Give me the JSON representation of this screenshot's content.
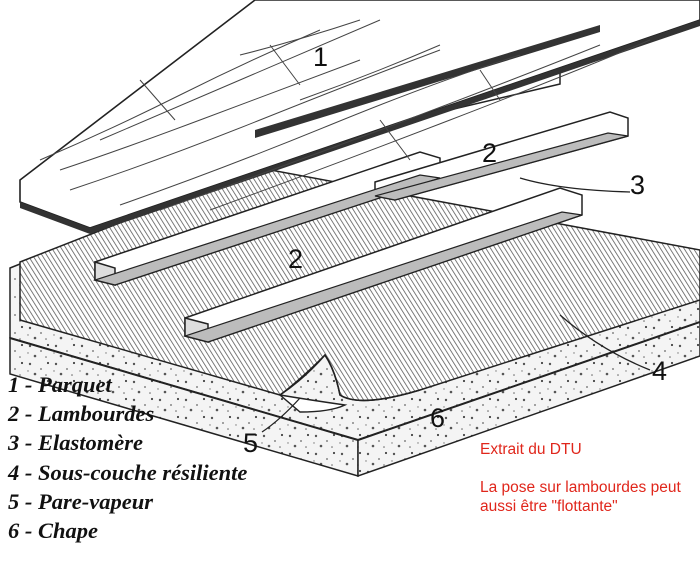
{
  "diagram": {
    "callouts": [
      "1",
      "2",
      "2",
      "3",
      "4",
      "5",
      "6"
    ],
    "legend": [
      "1 - Parquet",
      "2 - Lambourdes",
      "3 - Elastomère",
      "4 - Sous-couche résiliente",
      "5 - Pare-vapeur",
      "6 - Chape"
    ],
    "note": {
      "source": "Extrait du DTU",
      "text": "La pose sur lambourdes peut aussi être \"flottante\""
    },
    "colors": {
      "ink": "#111111",
      "note": "#e0261b"
    }
  }
}
